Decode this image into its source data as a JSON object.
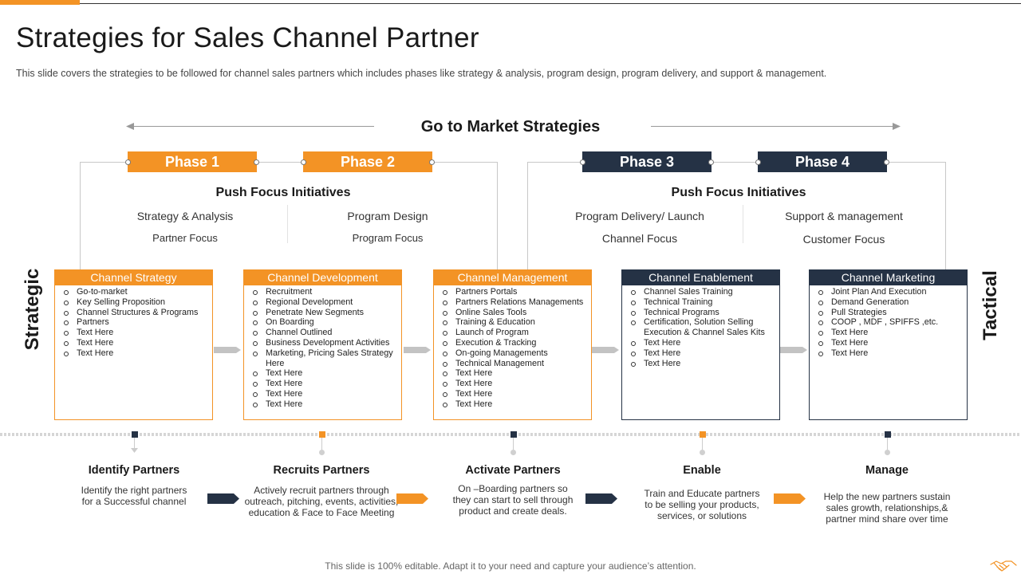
{
  "header": {
    "title": "Strategies for Sales Channel Partner",
    "subtitle": "This slide covers the strategies to be followed for channel sales partners which includes phases like strategy & analysis, program design, program delivery, and support & management."
  },
  "gtm": {
    "title": "Go to Market Strategies"
  },
  "phases": [
    {
      "label": "Phase 1",
      "color": "#f39325"
    },
    {
      "label": "Phase 2",
      "color": "#f39325"
    },
    {
      "label": "Phase 3",
      "color": "#253245"
    },
    {
      "label": "Phase 4",
      "color": "#253245"
    }
  ],
  "push_left": {
    "title": "Push Focus Initiatives",
    "col1": {
      "line1": "Strategy & Analysis",
      "line2": "Partner Focus"
    },
    "col2": {
      "line1": "Program Design",
      "line2": "Program Focus"
    }
  },
  "push_right": {
    "title": "Push Focus Initiatives",
    "col1": {
      "line1": "Program Delivery/ Launch",
      "line2": "Channel Focus"
    },
    "col2": {
      "line1": "Support & management",
      "line2": "Customer Focus"
    }
  },
  "side_labels": {
    "left": "Strategic",
    "right": "Tactical"
  },
  "boxes": [
    {
      "title": "Channel Strategy",
      "color": "#f39325",
      "items": [
        "Go-to-market",
        "Key Selling Proposition",
        "Channel Structures & Programs",
        "Partners",
        "Text Here",
        "Text Here",
        "Text Here"
      ]
    },
    {
      "title": "Channel Development",
      "color": "#f39325",
      "items": [
        "Recruitment",
        "Regional Development",
        "Penetrate New Segments",
        "On Boarding",
        "Channel Outlined",
        "Business Development  Activities",
        "Marketing, Pricing Sales Strategy Here",
        "Text Here",
        "Text Here",
        "Text Here",
        "Text Here"
      ]
    },
    {
      "title": "Channel Management",
      "color": "#f39325",
      "items": [
        "Partners Portals",
        "Partners Relations Managements",
        "Online Sales Tools",
        "Training & Education",
        "Launch of Program",
        "Execution & Tracking",
        "On-going Managements",
        "Technical Management",
        "Text Here",
        "Text Here",
        "Text Here",
        "Text Here"
      ]
    },
    {
      "title": "Channel Enablement",
      "color": "#253245",
      "items": [
        "Channel Sales Training",
        "Technical Training",
        "Technical Programs",
        "Certification, Solution Selling Execution & Channel Sales Kits",
        "Text Here",
        "Text Here",
        "Text Here"
      ]
    },
    {
      "title": "Channel Marketing",
      "color": "#253245",
      "items": [
        "Joint Plan And Execution",
        "Demand Generation",
        "Pull Strategies",
        "COOP , MDF , SPIFFS  ,etc.",
        "Text Here",
        "Text Here",
        "Text Here"
      ]
    }
  ],
  "steps": [
    {
      "title": "Identify Partners",
      "desc": "Identify the right partners for a Successful channel",
      "color": "#253245"
    },
    {
      "title": "Recruits Partners",
      "desc": "Actively  recruit partners through outreach, pitching, events, activities, education & Face to Face Meeting",
      "color": "#f39325"
    },
    {
      "title": "Activate Partners",
      "desc": "On –Boarding partners so they can start to sell through product and create deals.",
      "color": "#253245"
    },
    {
      "title": "Enable",
      "desc": "Train and Educate partners to be selling your products, services, or solutions",
      "color": "#f39325"
    },
    {
      "title": "Manage",
      "desc": "Help the new partners sustain sales growth, relationships,& partner mind share over time",
      "color": "#253245"
    }
  ],
  "chevron_colors": [
    "#253245",
    "#f39325",
    "#253245",
    "#f39325"
  ],
  "footer": {
    "text": "This slide is 100% editable. Adapt it to your need and capture your audience’s attention."
  }
}
